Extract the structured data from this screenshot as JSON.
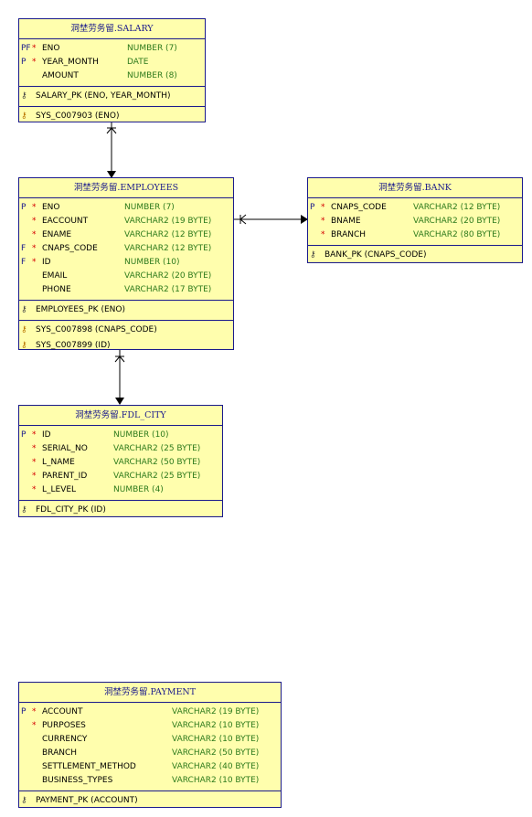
{
  "entities": {
    "salary": {
      "title": "洞埜劳务留.SALARY",
      "columns": [
        {
          "flag": "PF",
          "star": "*",
          "name": "ENO",
          "type": "NUMBER (7)"
        },
        {
          "flag": "P",
          "star": "*",
          "name": "YEAR_MONTH",
          "type": "DATE"
        },
        {
          "flag": "",
          "star": "",
          "name": "AMOUNT",
          "type": "NUMBER (8)"
        }
      ],
      "pk": "SALARY_PK (ENO, YEAR_MONTH)",
      "fks": [
        "SYS_C007903 (ENO)"
      ]
    },
    "employees": {
      "title": "洞埜劳务留.EMPLOYEES",
      "columns": [
        {
          "flag": "P",
          "star": "*",
          "name": "ENO",
          "type": "NUMBER (7)"
        },
        {
          "flag": "",
          "star": "*",
          "name": "EACCOUNT",
          "type": "VARCHAR2 (19 BYTE)"
        },
        {
          "flag": "",
          "star": "*",
          "name": "ENAME",
          "type": "VARCHAR2 (12 BYTE)"
        },
        {
          "flag": "F",
          "star": "*",
          "name": "CNAPS_CODE",
          "type": "VARCHAR2 (12 BYTE)"
        },
        {
          "flag": "F",
          "star": "*",
          "name": "ID",
          "type": "NUMBER (10)"
        },
        {
          "flag": "",
          "star": "",
          "name": "EMAIL",
          "type": "VARCHAR2 (20 BYTE)"
        },
        {
          "flag": "",
          "star": "",
          "name": "PHONE",
          "type": "VARCHAR2 (17 BYTE)"
        }
      ],
      "pk": "EMPLOYEES_PK (ENO)",
      "fks": [
        "SYS_C007898 (CNAPS_CODE)",
        "SYS_C007899 (ID)"
      ]
    },
    "bank": {
      "title": "洞埜劳务留.BANK",
      "columns": [
        {
          "flag": "P",
          "star": "*",
          "name": "CNAPS_CODE",
          "type": "VARCHAR2 (12 BYTE)"
        },
        {
          "flag": "",
          "star": "*",
          "name": "BNAME",
          "type": "VARCHAR2 (20 BYTE)"
        },
        {
          "flag": "",
          "star": "*",
          "name": "BRANCH",
          "type": "VARCHAR2 (80 BYTE)"
        }
      ],
      "pk": "BANK_PK (CNAPS_CODE)",
      "fks": []
    },
    "fdl_city": {
      "title": "洞埜劳务留.FDL_CITY",
      "columns": [
        {
          "flag": "P",
          "star": "*",
          "name": "ID",
          "type": "NUMBER (10)"
        },
        {
          "flag": "",
          "star": "*",
          "name": "SERIAL_NO",
          "type": "VARCHAR2 (25 BYTE)"
        },
        {
          "flag": "",
          "star": "*",
          "name": "L_NAME",
          "type": "VARCHAR2 (50 BYTE)"
        },
        {
          "flag": "",
          "star": "*",
          "name": "PARENT_ID",
          "type": "VARCHAR2 (25 BYTE)"
        },
        {
          "flag": "",
          "star": "*",
          "name": "L_LEVEL",
          "type": "NUMBER (4)"
        }
      ],
      "pk": "FDL_CITY_PK (ID)",
      "fks": []
    },
    "payment": {
      "title": "洞埜劳务留.PAYMENT",
      "columns": [
        {
          "flag": "P",
          "star": "*",
          "name": "ACCOUNT",
          "type": "VARCHAR2 (19 BYTE)"
        },
        {
          "flag": "",
          "star": "*",
          "name": "PURPOSES",
          "type": "VARCHAR2 (10 BYTE)"
        },
        {
          "flag": "",
          "star": "",
          "name": "CURRENCY",
          "type": "VARCHAR2 (10 BYTE)"
        },
        {
          "flag": "",
          "star": "",
          "name": "BRANCH",
          "type": "VARCHAR2 (50 BYTE)"
        },
        {
          "flag": "",
          "star": "",
          "name": "SETTLEMENT_METHOD",
          "type": "VARCHAR2 (40 BYTE)"
        },
        {
          "flag": "",
          "star": "",
          "name": "BUSINESS_TYPES",
          "type": "VARCHAR2 (10 BYTE)"
        }
      ],
      "pk": "PAYMENT_PK (ACCOUNT)",
      "fks": []
    }
  },
  "icons": {
    "pk": "key-icon",
    "fk": "foreign-key-icon"
  },
  "colors": {
    "entity_fill": "#fffead",
    "border": "#1a1a8c",
    "type_text": "#2d7a1c",
    "mandatory": "#d40000"
  }
}
